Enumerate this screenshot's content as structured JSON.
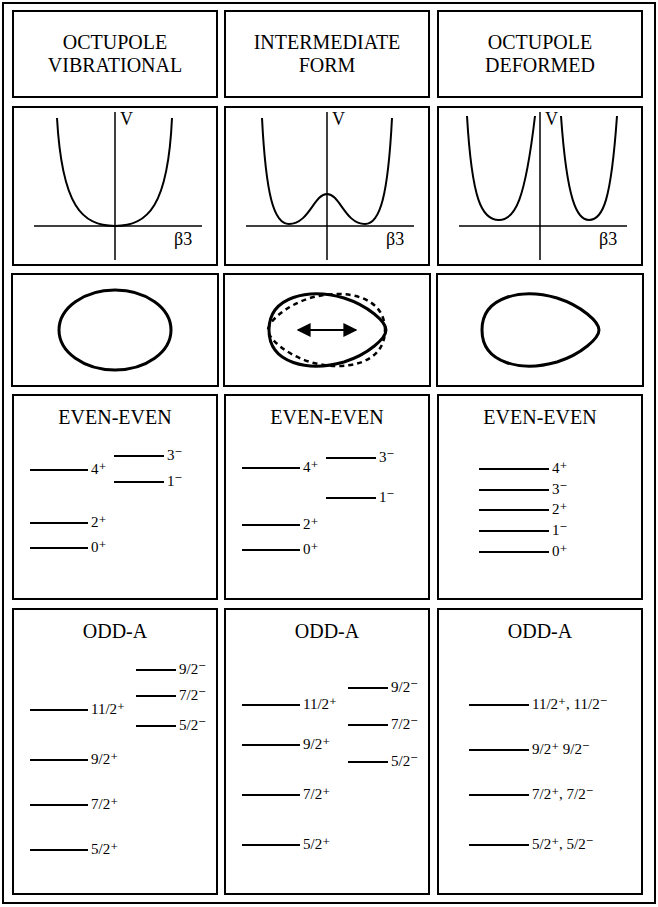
{
  "diagram": {
    "nodes": [
      {
        "text": [
          "OCTUPOLE VIBRATIONAL"
        ]
      },
      {
        "text": [
          "INTERMEDIATE FORM"
        ]
      },
      {
        "text": [
          "OCTUPOLE DEFORMED"
        ]
      },
      {
        "text": [
          "V",
          "β3"
        ]
      },
      {
        "text": [
          "V",
          "β3"
        ]
      },
      {
        "text": [
          "V",
          "β3"
        ]
      },
      {
        "text": [
          "EVEN-EVEN",
          "3⁻",
          "4⁺",
          "1⁻",
          "2⁺",
          "0⁺"
        ]
      },
      {
        "text": [
          "EVEN-EVEN",
          "3⁻",
          "4⁺",
          "1⁻",
          "2⁺",
          "0⁺"
        ]
      },
      {
        "text": [
          "EVEN-EVEN",
          "4⁺",
          "3⁻",
          "2⁺",
          "1⁻",
          "0⁺"
        ]
      },
      {
        "text": [
          "ODD-A",
          "9/2⁻",
          "7/2⁻",
          "11/2⁺",
          "5/2⁻",
          "9/2⁺",
          "7/2⁺",
          "5/2⁺"
        ]
      },
      {
        "text": [
          "ODD-A",
          "9/2⁻",
          "11/2⁺",
          "7/2⁻",
          "9/2⁺",
          "5/2⁻",
          "7/2⁺",
          "5/2⁺"
        ]
      },
      {
        "text": [
          "ODD-A",
          "11/2⁺, 11/2⁻",
          "9/2⁺ 9/2⁻",
          "7/2⁺, 7/2⁻",
          "5/2⁺, 5/2⁻"
        ]
      }
    ]
  }
}
